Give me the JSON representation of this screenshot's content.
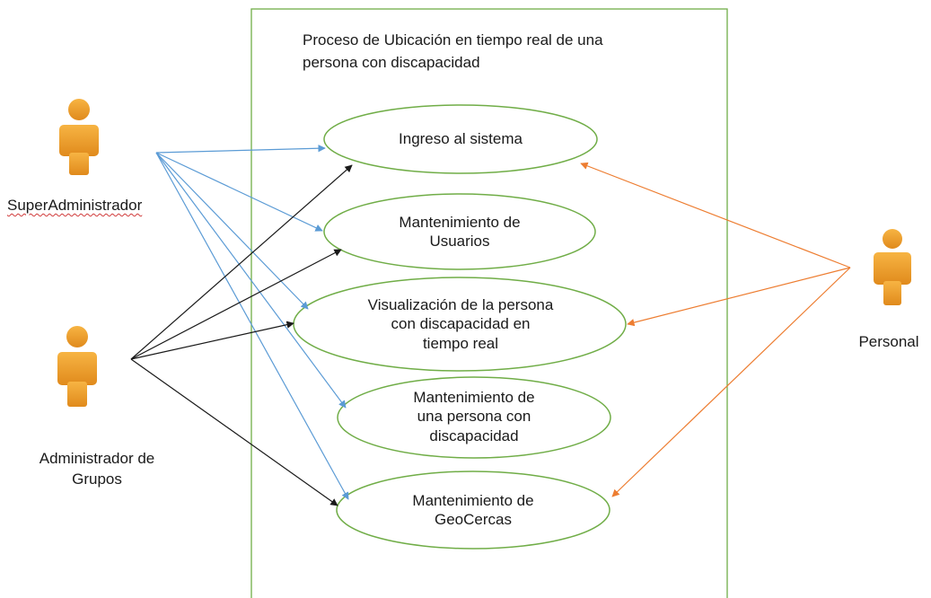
{
  "diagram": {
    "system_title": "Proceso de Ubicación en tiempo real de una\npersona con discapacidad",
    "actors": {
      "super_admin": {
        "label": "SuperAdministrador",
        "color": "#f0a030"
      },
      "group_admin": {
        "label": "Administrador de\nGrupos",
        "color": "#f0a030"
      },
      "personal": {
        "label": "Personal",
        "color": "#f0a030"
      }
    },
    "use_cases": [
      {
        "id": "uc-ingreso",
        "label": "Ingreso al sistema"
      },
      {
        "id": "uc-usuarios",
        "label": "Mantenimiento de\nUsuarios"
      },
      {
        "id": "uc-visualizacion",
        "label": "Visualización de la persona\ncon discapacidad en\ntiempo real"
      },
      {
        "id": "uc-persona",
        "label": "Mantenimiento de\nuna persona con\ndiscapacidad"
      },
      {
        "id": "uc-geocercas",
        "label": "Mantenimiento de\nGeoCercas"
      }
    ],
    "colors": {
      "system_border": "#70ad47",
      "use_case_border": "#70ad47",
      "super_admin_arrows": "#5b9bd5",
      "group_admin_arrows": "#1a1a1a",
      "personal_arrows": "#ed7d31"
    }
  }
}
